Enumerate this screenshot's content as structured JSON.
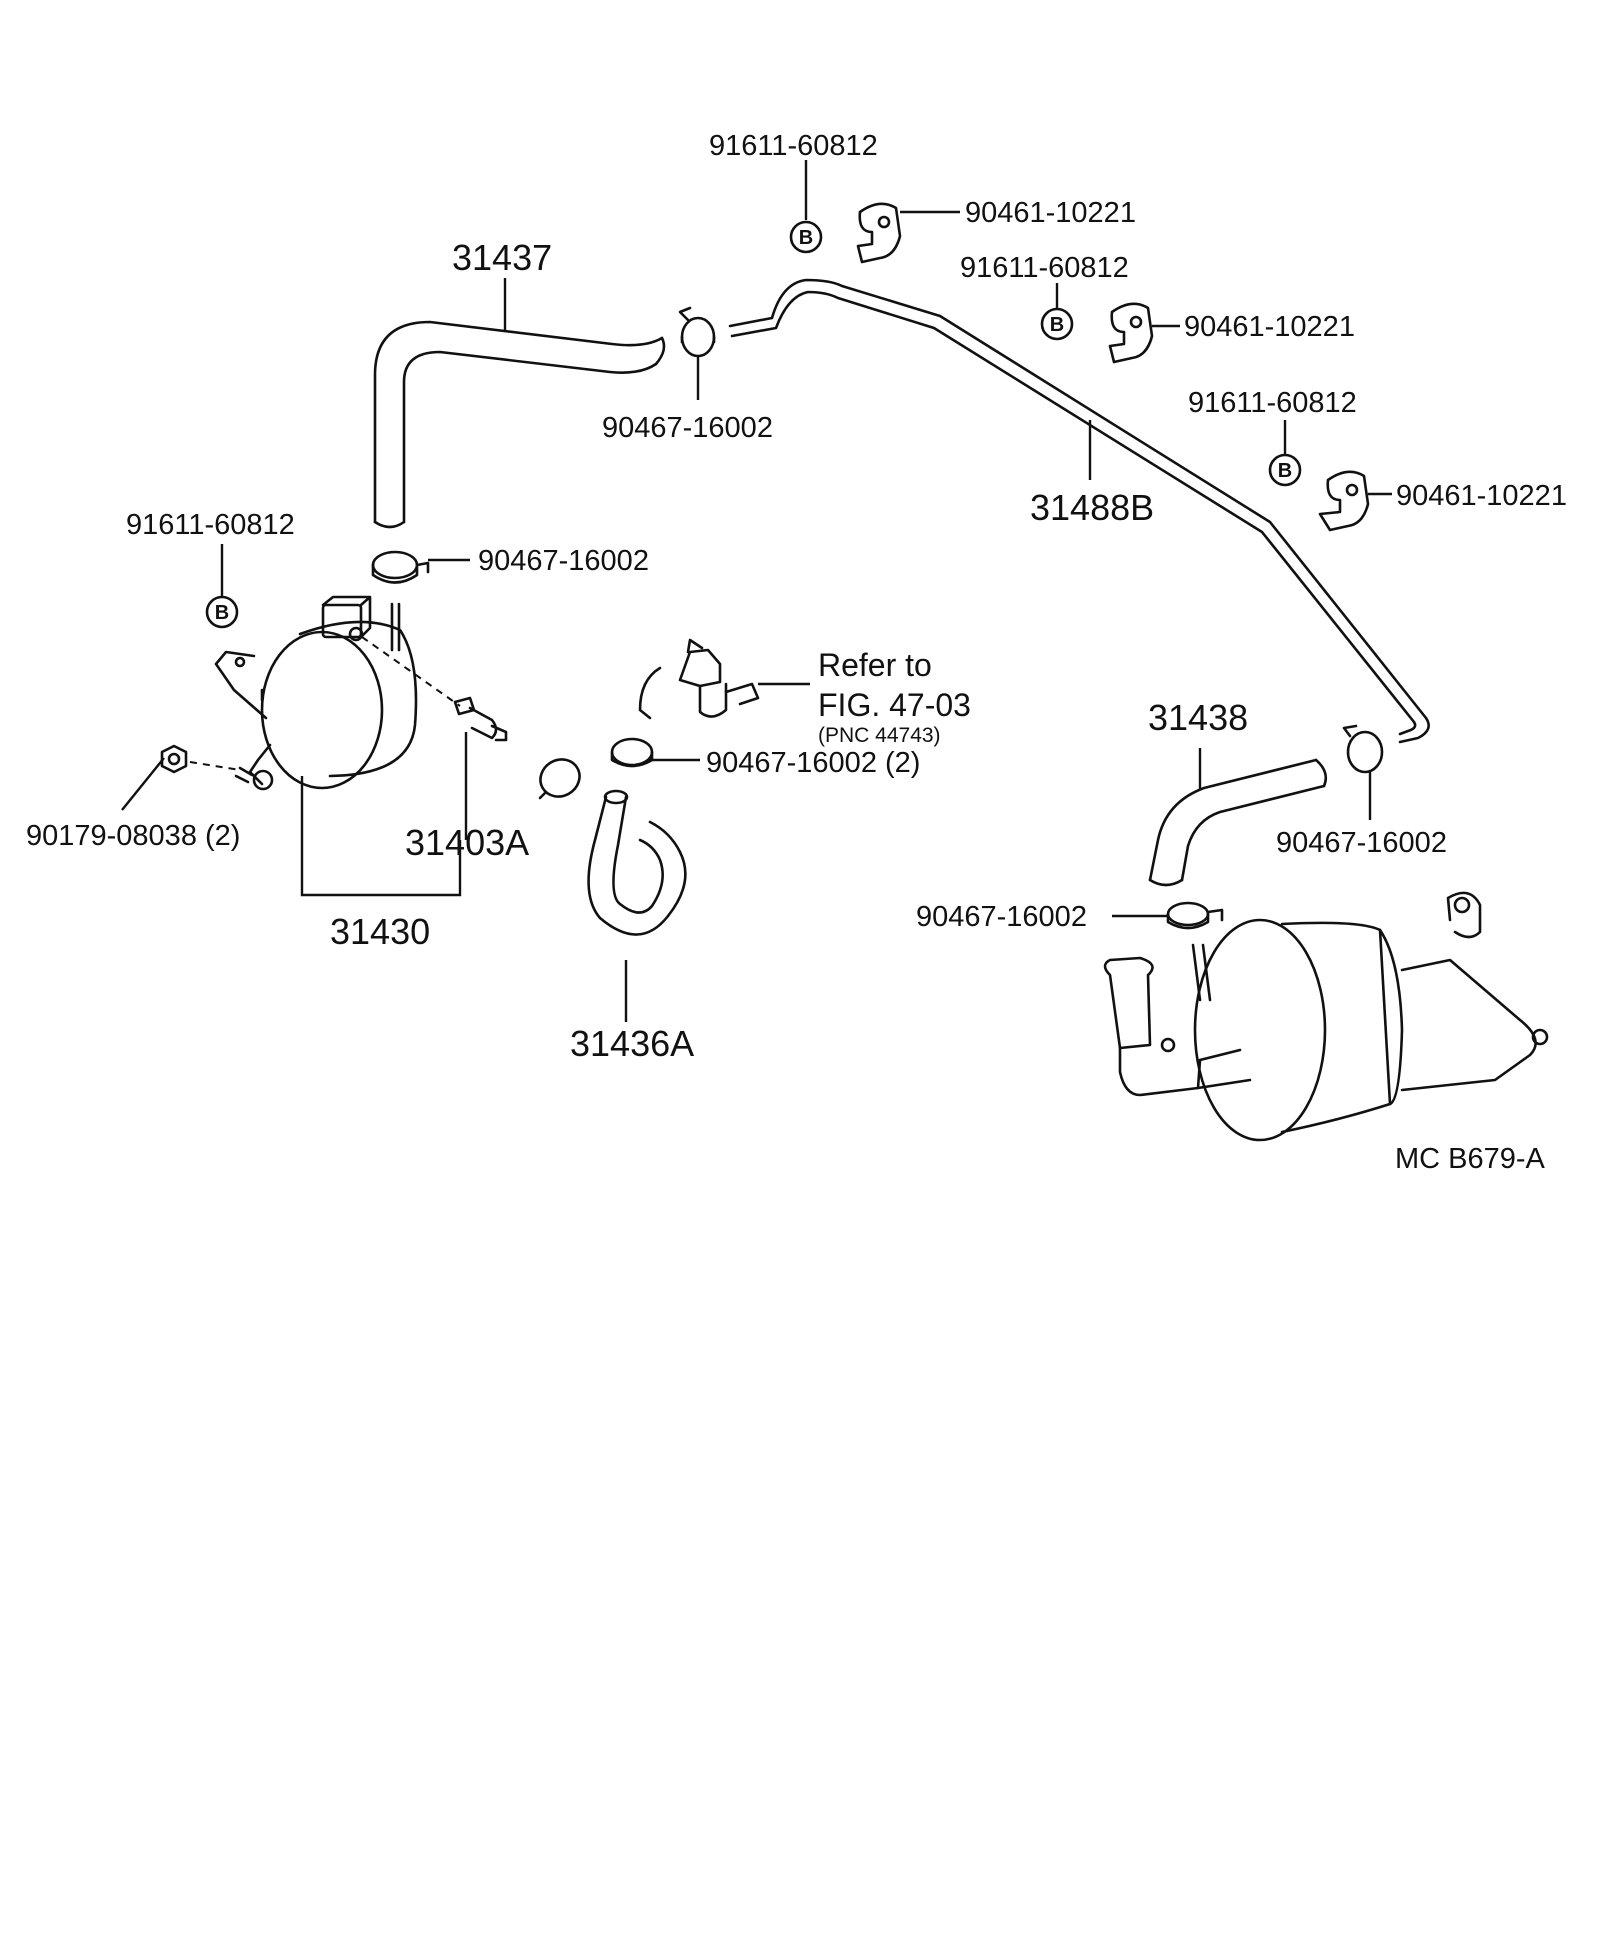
{
  "labels": {
    "clamp_top_left": "91611-60812",
    "clamp_bracket_1": "90461-10221",
    "clamp_mid": "91611-60812",
    "clamp_bracket_2": "90461-10221",
    "clamp_right": "91611-60812",
    "clamp_bracket_3": "90461-10221",
    "clamp_left": "91611-60812",
    "hose_31437": "31437",
    "clip_upper": "90467-16002",
    "clip_left": "90467-16002",
    "pipe_31488b": "31488B",
    "refer_line1": "Refer to",
    "refer_line2": "FIG. 47-03",
    "refer_line3": "(PNC 44743)",
    "clip_center": "90467-16002 (2)",
    "hose_31438": "31438",
    "clip_right_hose": "90467-16002",
    "clip_lower_right": "90467-16002",
    "nut": "90179-08038 (2)",
    "valve_31403a": "31403A",
    "assy_31430": "31430",
    "hose_31436a": "31436A",
    "figure_code": "MC  B679-A"
  },
  "badge_letter": "B"
}
